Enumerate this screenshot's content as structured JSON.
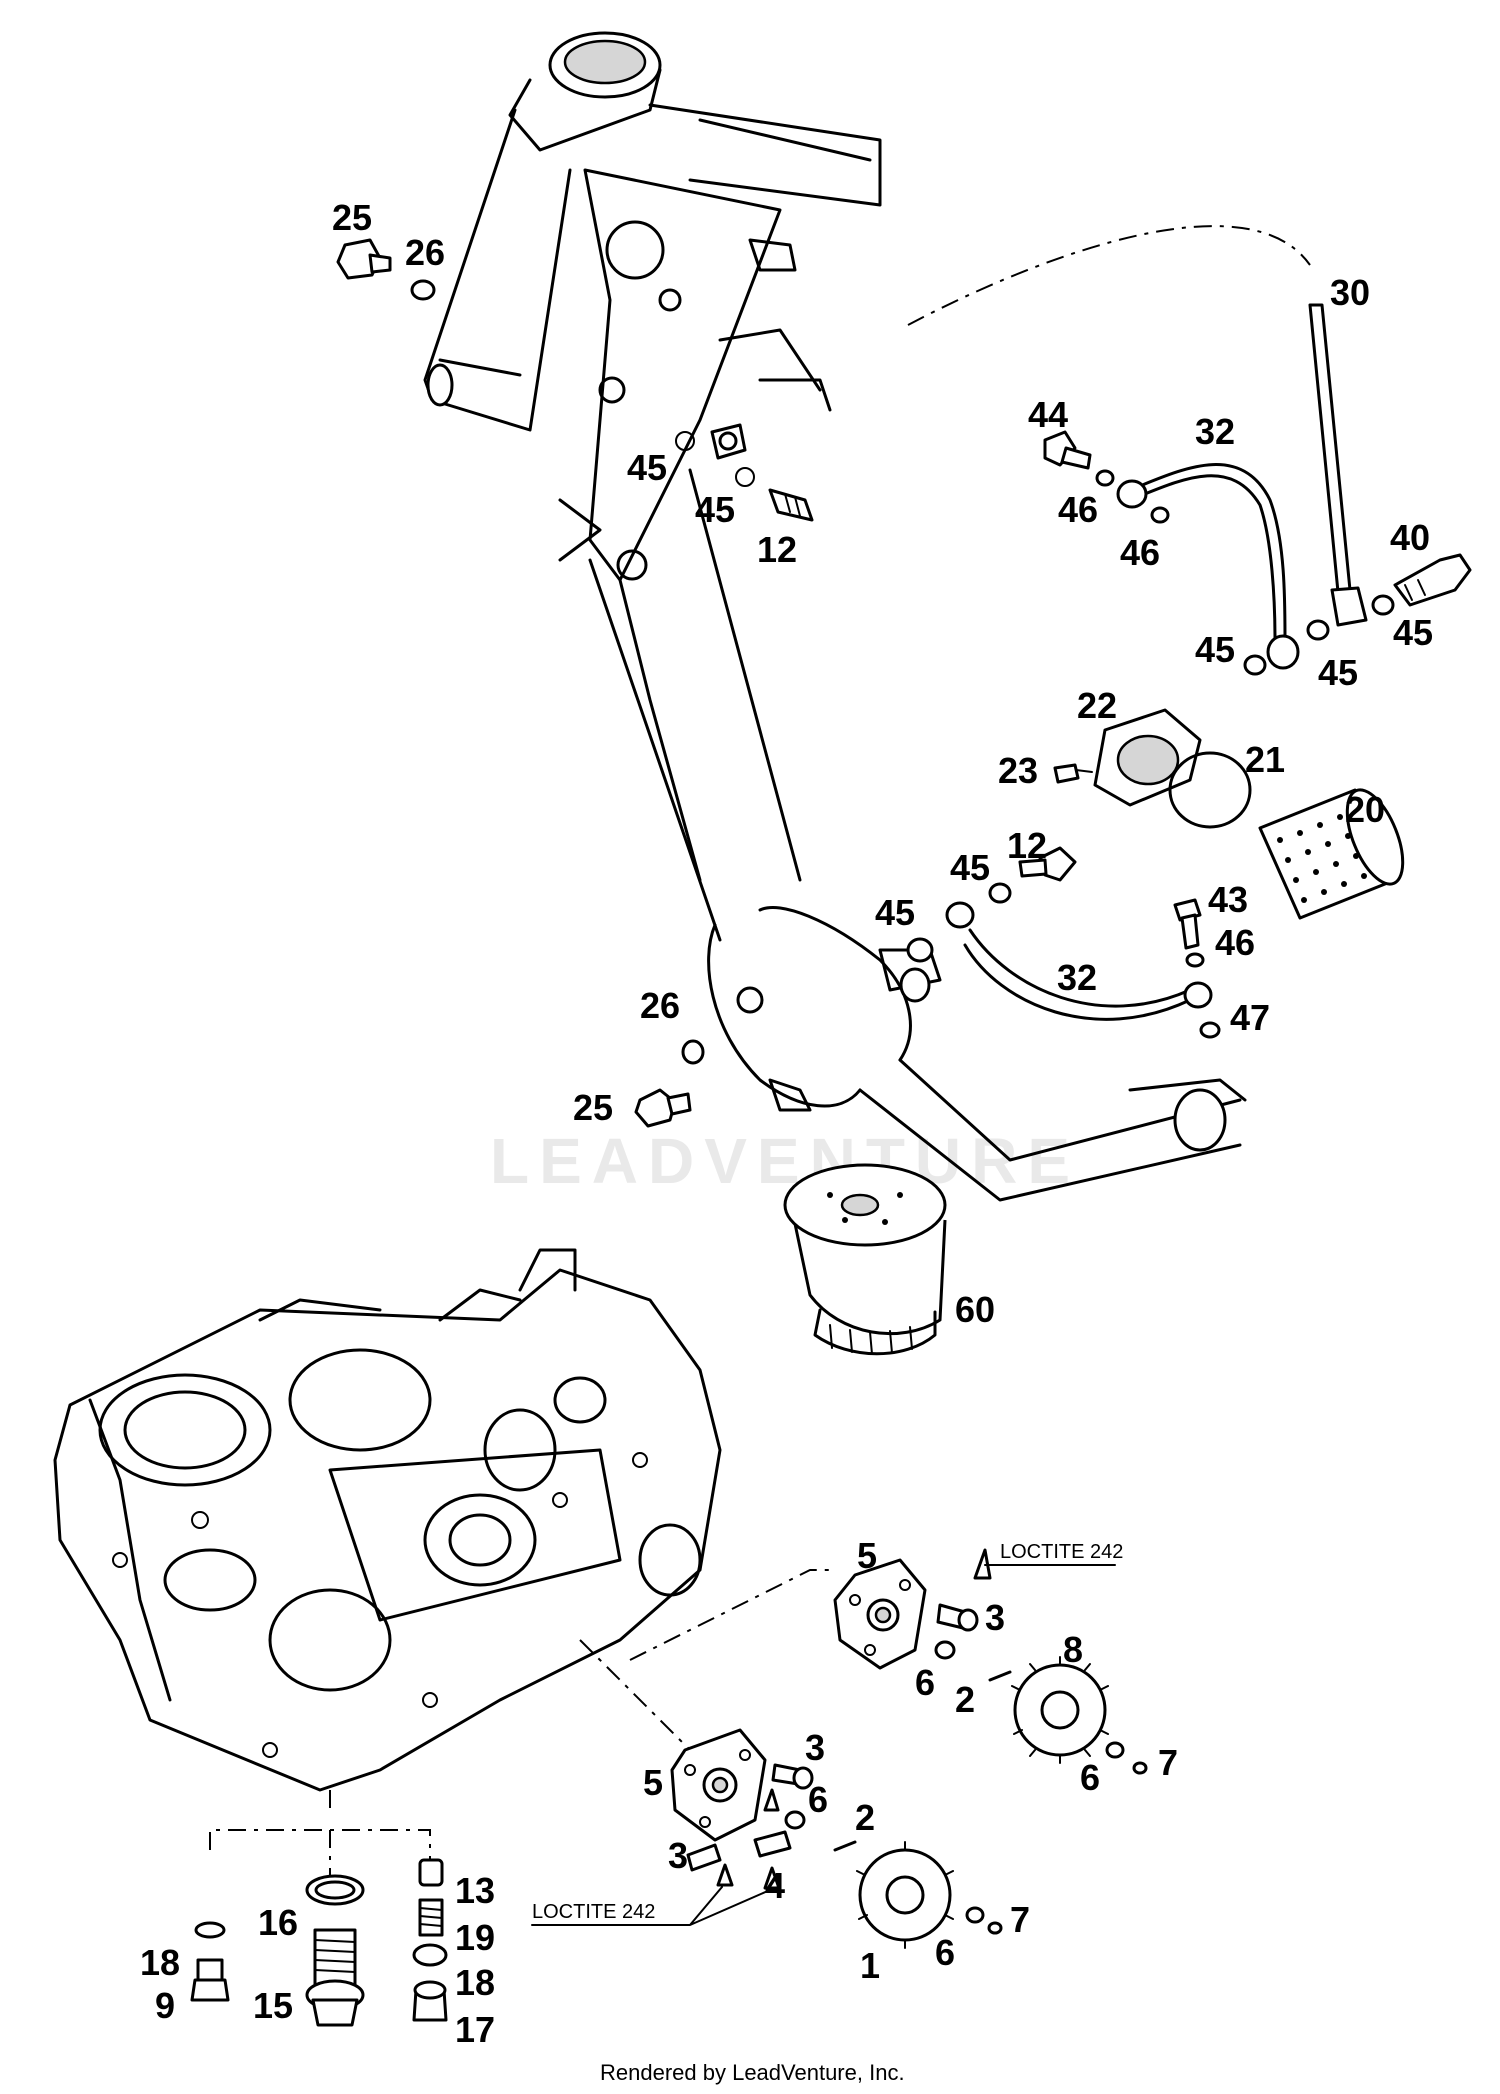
{
  "watermark": "LEADVENTURE",
  "credit": "Rendered by LeadVenture, Inc.",
  "notes": {
    "loctite_upper": "LOCTITE 242",
    "loctite_lower": "LOCTITE 242"
  },
  "callouts": [
    {
      "id": "c25a",
      "label": "25"
    },
    {
      "id": "c26a",
      "label": "26"
    },
    {
      "id": "c45a",
      "label": "45"
    },
    {
      "id": "c45b",
      "label": "45"
    },
    {
      "id": "c12a",
      "label": "12"
    },
    {
      "id": "c30",
      "label": "30"
    },
    {
      "id": "c44",
      "label": "44"
    },
    {
      "id": "c32a",
      "label": "32"
    },
    {
      "id": "c46a",
      "label": "46"
    },
    {
      "id": "c46b",
      "label": "46"
    },
    {
      "id": "c40",
      "label": "40"
    },
    {
      "id": "c45c",
      "label": "45"
    },
    {
      "id": "c45d",
      "label": "45"
    },
    {
      "id": "c45e",
      "label": "45"
    },
    {
      "id": "c22",
      "label": "22"
    },
    {
      "id": "c21",
      "label": "21"
    },
    {
      "id": "c23",
      "label": "23"
    },
    {
      "id": "c20",
      "label": "20"
    },
    {
      "id": "c12b",
      "label": "12"
    },
    {
      "id": "c45f",
      "label": "45"
    },
    {
      "id": "c45g",
      "label": "45"
    },
    {
      "id": "c43",
      "label": "43"
    },
    {
      "id": "c46c",
      "label": "46"
    },
    {
      "id": "c32b",
      "label": "32"
    },
    {
      "id": "c47",
      "label": "47"
    },
    {
      "id": "c26b",
      "label": "26"
    },
    {
      "id": "c25b",
      "label": "25"
    },
    {
      "id": "c60",
      "label": "60"
    },
    {
      "id": "c5a",
      "label": "5"
    },
    {
      "id": "c3a",
      "label": "3"
    },
    {
      "id": "c8",
      "label": "8"
    },
    {
      "id": "c6a",
      "label": "6"
    },
    {
      "id": "c2a",
      "label": "2"
    },
    {
      "id": "c6b",
      "label": "6"
    },
    {
      "id": "c7a",
      "label": "7"
    },
    {
      "id": "c5b",
      "label": "5"
    },
    {
      "id": "c3b",
      "label": "3"
    },
    {
      "id": "c6c",
      "label": "6"
    },
    {
      "id": "c2b",
      "label": "2"
    },
    {
      "id": "c3c",
      "label": "3"
    },
    {
      "id": "c4",
      "label": "4"
    },
    {
      "id": "c7b",
      "label": "7"
    },
    {
      "id": "c6d",
      "label": "6"
    },
    {
      "id": "c1",
      "label": "1"
    },
    {
      "id": "c13",
      "label": "13"
    },
    {
      "id": "c16",
      "label": "16"
    },
    {
      "id": "c19",
      "label": "19"
    },
    {
      "id": "c18a",
      "label": "18"
    },
    {
      "id": "c18b",
      "label": "18"
    },
    {
      "id": "c9",
      "label": "9"
    },
    {
      "id": "c15",
      "label": "15"
    },
    {
      "id": "c17",
      "label": "17"
    }
  ]
}
